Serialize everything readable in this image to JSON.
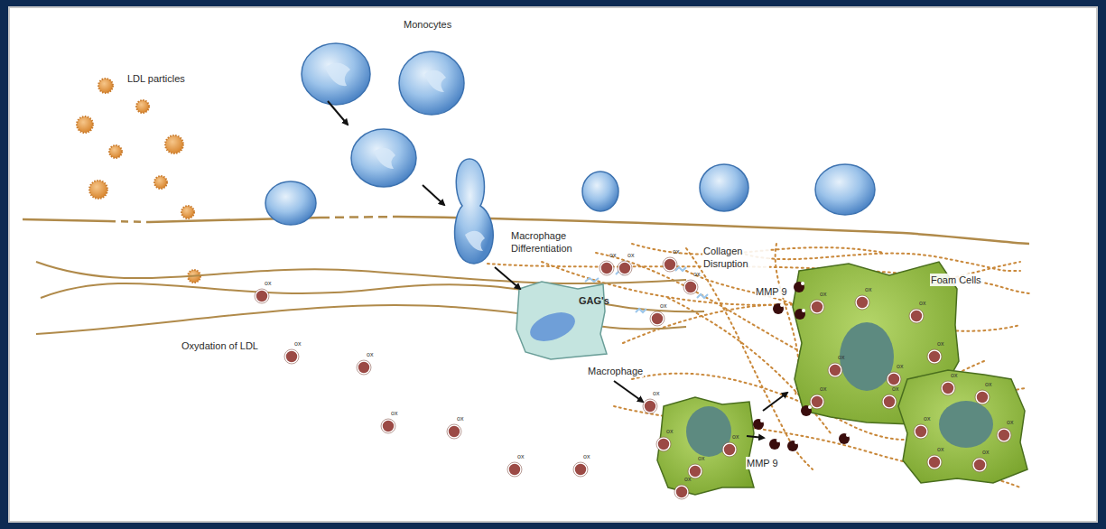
{
  "diagram": {
    "labels": [
      "Monocytes",
      "LDL particles",
      "Macrophage Differentiation",
      "Collagen Disruption",
      "MMP 9",
      "Foam Cells",
      "GAG's",
      "Oxydation of LDL",
      "Macrophage",
      "MMP 9",
      "ox",
      "ox",
      "ox",
      "ox",
      "ox",
      "ox",
      "ox",
      "ox",
      "ox",
      "ox",
      "ox",
      "ox",
      "ox",
      "ox",
      "ox",
      "ox",
      "ox",
      "ox",
      "ox",
      "ox",
      "ox",
      "ox",
      "ox",
      "ox",
      "ox",
      "ox",
      "ox",
      "ox",
      "ox",
      "ox",
      "ox"
    ]
  }
}
